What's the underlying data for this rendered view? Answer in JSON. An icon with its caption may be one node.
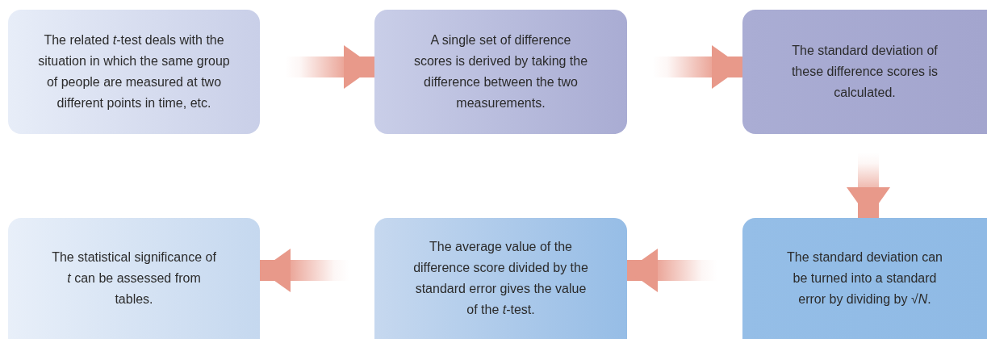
{
  "diagram": {
    "nodes": [
      {
        "text": [
          "The related *t*-test deals with the situation in which the same group of people are measured at two different points in time, etc."
        ]
      },
      {
        "text": [
          "A single set of difference scores is derived by taking the difference between the two measurements."
        ]
      },
      {
        "text": [
          "The standard deviation of these difference scores is calculated."
        ]
      },
      {
        "text": [
          "The statistical significance of *t* can be assessed from tables."
        ]
      },
      {
        "text": [
          "The average value of the difference score divided by the standard error gives the value of the *t*-test."
        ]
      },
      {
        "text": [
          "The standard deviation can be turned into a standard error by dividing by √*N*."
        ]
      }
    ],
    "edges": [
      {
        "from": 0,
        "to": 1,
        "arrow": "to"
      },
      {
        "from": 1,
        "to": 2,
        "arrow": "to"
      },
      {
        "from": 2,
        "to": 5,
        "arrow": "to"
      },
      {
        "from": 5,
        "to": 4,
        "arrow": "to"
      },
      {
        "from": 4,
        "to": 3,
        "arrow": "to"
      }
    ]
  }
}
